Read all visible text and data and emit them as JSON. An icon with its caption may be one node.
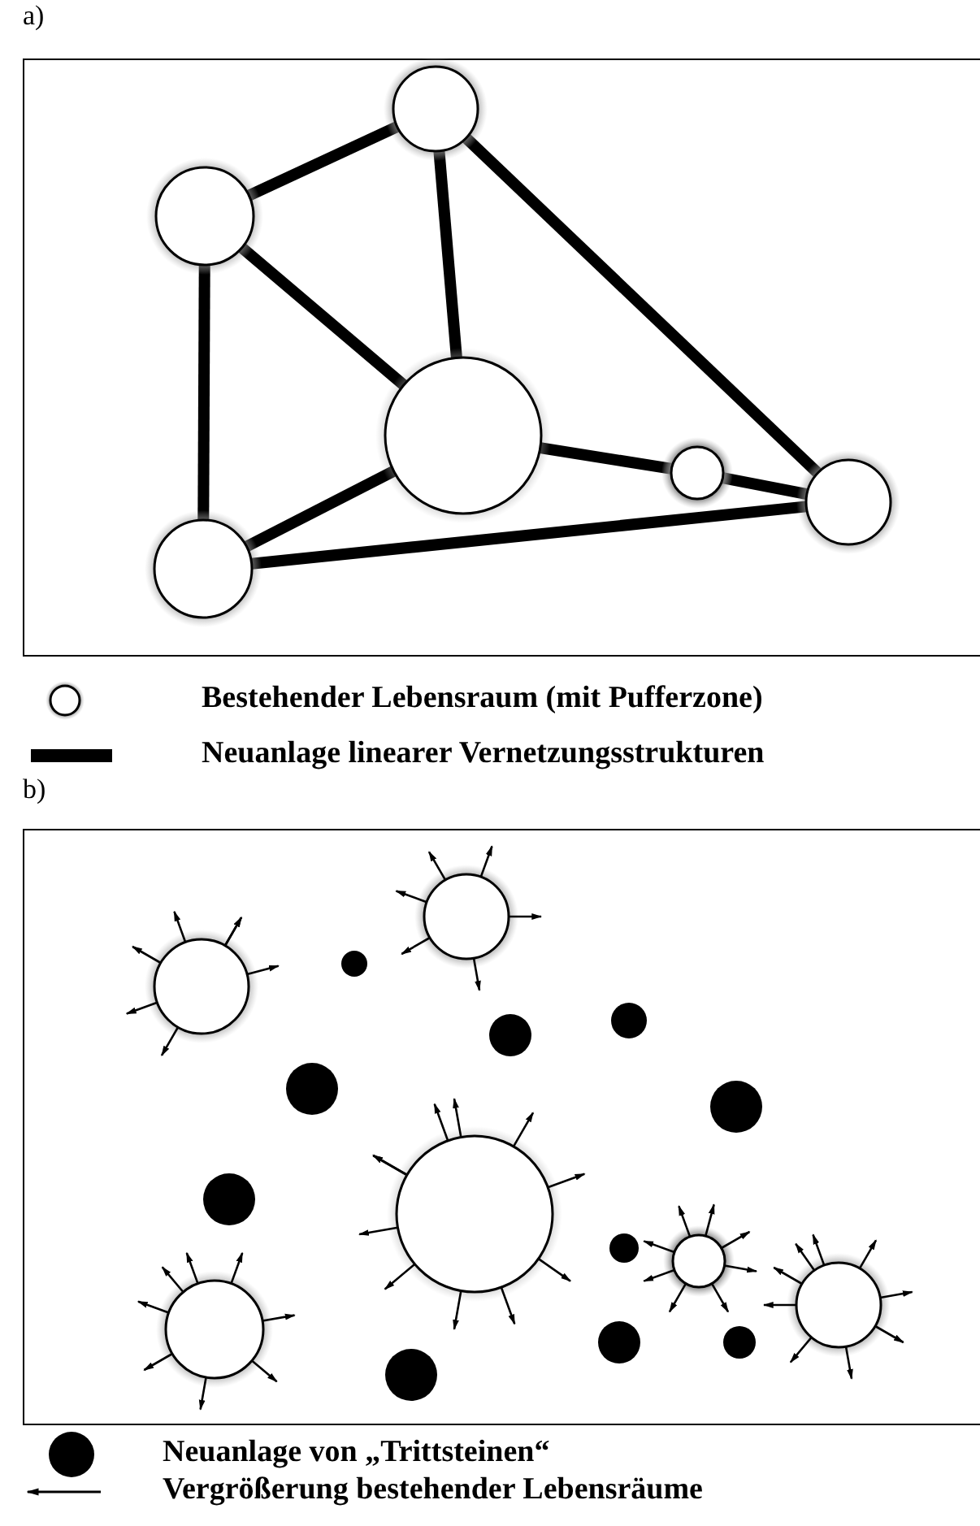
{
  "diagram": {
    "nodes": [
      {
        "text": [],
        "shape": "circle"
      },
      {
        "text": [],
        "shape": "circle"
      },
      {
        "text": [],
        "shape": "circle"
      },
      {
        "text": [],
        "shape": "circle"
      },
      {
        "text": [],
        "shape": "circle"
      },
      {
        "text": [],
        "shape": "circle"
      },
      {
        "text": [],
        "shape": "circle"
      },
      {
        "text": [],
        "shape": "circle"
      },
      {
        "text": [],
        "shape": "circle"
      },
      {
        "text": [],
        "shape": "circle"
      },
      {
        "text": [],
        "shape": "circle"
      },
      {
        "text": [],
        "shape": "circle"
      }
    ],
    "edges": [
      {
        "from": 0,
        "to": 1,
        "arrow": "none"
      },
      {
        "from": 0,
        "to": 5,
        "arrow": "none"
      },
      {
        "from": 0,
        "to": 2,
        "arrow": "none"
      },
      {
        "from": 1,
        "to": 2,
        "arrow": "none"
      },
      {
        "from": 1,
        "to": 4,
        "arrow": "none"
      },
      {
        "from": 2,
        "to": 5,
        "arrow": "none"
      },
      {
        "from": 2,
        "to": 3,
        "arrow": "none"
      },
      {
        "from": 3,
        "to": 4,
        "arrow": "none"
      },
      {
        "from": 5,
        "to": 4,
        "arrow": "none"
      }
    ],
    "labels": [
      "a)",
      "b)"
    ],
    "legend": [
      {
        "text": "Bestehender Lebensraum (mit Pufferzone)"
      },
      {
        "text": "Neuanlage linearer Vernetzungsstrukturen"
      },
      {
        "text": "Neuanlage von „Trittsteinen“"
      },
      {
        "text": "Vergrößerung bestehender Lebensräume"
      }
    ]
  }
}
